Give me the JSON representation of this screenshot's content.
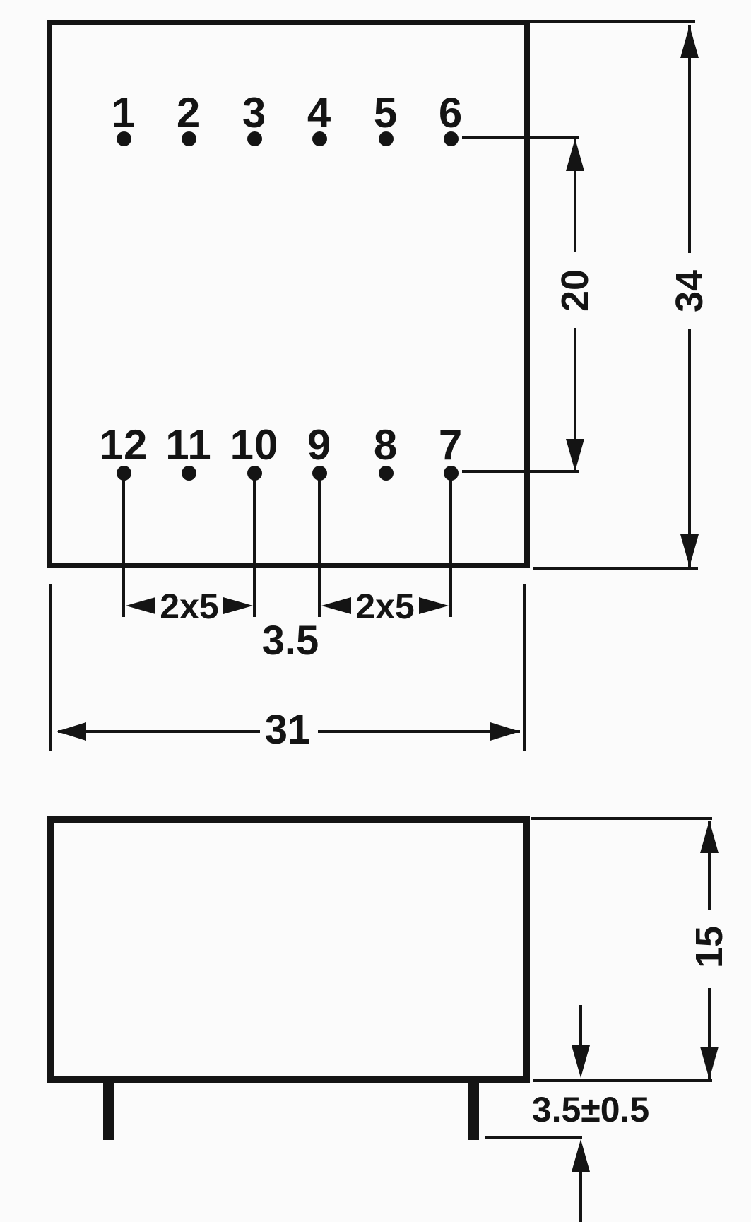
{
  "colors": {
    "ink": "#141414",
    "paper": "#fbfbfb"
  },
  "top_view": {
    "top_pin_labels": [
      "1",
      "2",
      "3",
      "4",
      "5",
      "6"
    ],
    "bottom_pin_labels": [
      "12",
      "11",
      "10",
      "9",
      "8",
      "7"
    ],
    "dims": {
      "pin_row_spacing": "20",
      "overall_depth": "34",
      "pin_pitch_left_group": "2x5",
      "pin_pitch_right_group": "2x5",
      "pin_offset": "3.5",
      "overall_width": "31"
    }
  },
  "side_view": {
    "dims": {
      "body_height": "15",
      "pin_length": "3.5±0.5"
    }
  }
}
